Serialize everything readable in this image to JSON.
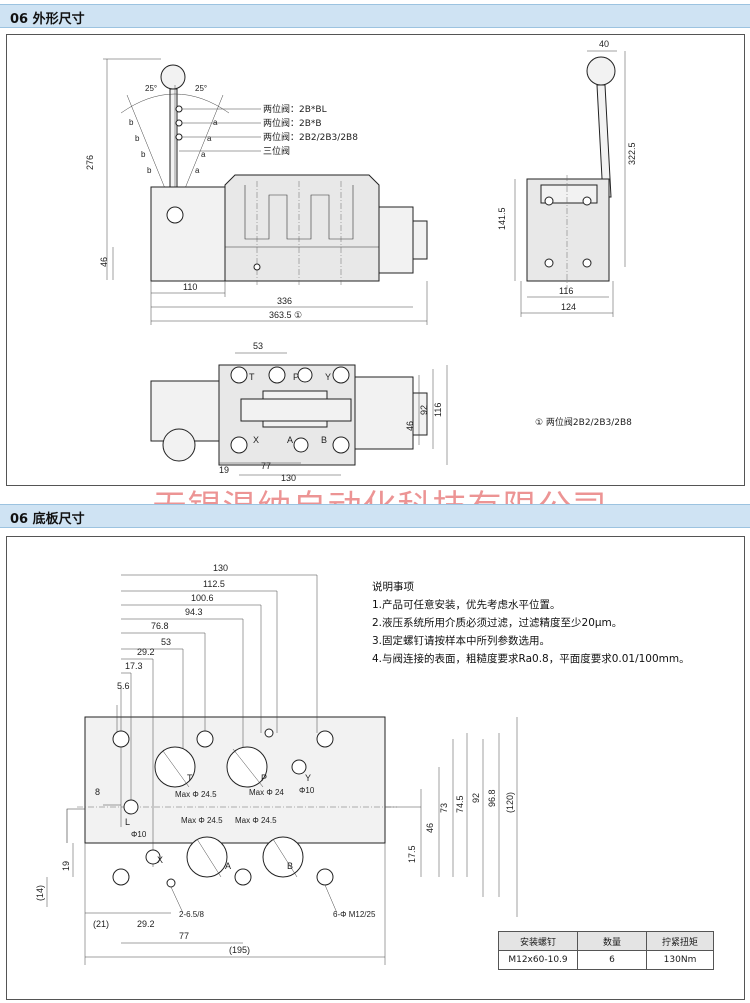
{
  "section1": {
    "title": "06 外形尺寸",
    "notes": {
      "pos1": "两位阀：2B*BL",
      "pos2": "两位阀：2B*B",
      "pos3": "两位阀：2B2/2B3/2B8",
      "pos4": "三位阀",
      "footnote": "① 两位阀2B2/2B3/2B8"
    },
    "dims": {
      "angle_left": "25°",
      "angle_right": "25°",
      "h276": "276",
      "h46": "46",
      "w110": "110",
      "w336": "336",
      "w3635": "363.5 ①",
      "w40": "40",
      "h3225": "322.5",
      "h1415": "141.5",
      "w116": "116",
      "w124": "124",
      "w53": "53",
      "w19": "19",
      "w77": "77",
      "w130": "130",
      "h46b": "46",
      "h92": "92",
      "h116": "116",
      "lab_a": "a",
      "lab_b": "b"
    },
    "ports_top": {
      "T": "T",
      "P": "P",
      "Y": "Y",
      "X": "X",
      "A": "A",
      "B": "B"
    }
  },
  "watermark": "无锡温纳自动化科技有限公司",
  "section2": {
    "title": "06 底板尺寸",
    "notes_title": "说明事项",
    "notes": [
      "1.产品可任意安装，优先考虑水平位置。",
      "2.液压系统所用介质必须过滤，过滤精度至少20μm。",
      "3.固定螺钉请按样本中所列参数选用。",
      "4.与阀连接的表面，粗糙度要求Ra0.8，平面度要求0.01/100mm。"
    ],
    "dims_top": [
      "130",
      "112.5",
      "100.6",
      "94.3",
      "76.8",
      "53",
      "29.2",
      "17.3",
      "5.6"
    ],
    "dims_right": [
      "17.5",
      "46",
      "73",
      "74.5",
      "92",
      "96.8",
      "(120)"
    ],
    "dims_left": {
      "d19": "19",
      "d14": "(14)",
      "d8": "8"
    },
    "dims_bottom": {
      "d21": "(21)",
      "d292": "29.2",
      "d77": "77",
      "d195": "(195)"
    },
    "labels": {
      "T": "T",
      "P": "P",
      "Y": "Y",
      "L": "L",
      "X": "X",
      "A": "A",
      "B": "B",
      "maxT": "Max Φ 24.5",
      "maxP": "Max Φ 24",
      "phi10y": "Φ10",
      "phi10x": "Φ10",
      "maxA": "Max Φ 24.5",
      "maxB": "Max Φ 24.5",
      "holes2": "2-6.5/8",
      "holes6": "6-Φ M12/25"
    },
    "table": {
      "headers": [
        "安装螺钉",
        "数量",
        "拧紧扭矩"
      ],
      "row": [
        "M12x60-10.9",
        "6",
        "130Nm"
      ]
    }
  }
}
